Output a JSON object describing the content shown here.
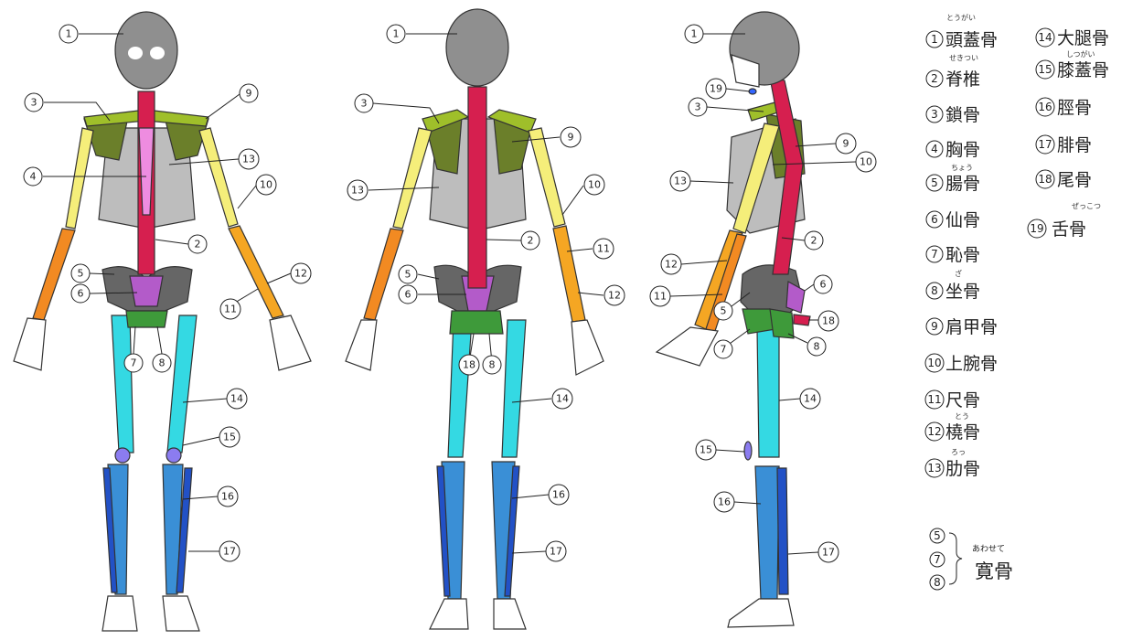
{
  "colors": {
    "skull": "#8f8f8f",
    "spine": "#d61f4f",
    "clavicle": "#9fbf2a",
    "scapula": "#6b7f2a",
    "sternum": "#ee8ce0",
    "ribs": "#bdbdbd",
    "pelvis": "#666666",
    "sacrum": "#b35bc9",
    "pubis": "#3e9a3a",
    "humerus": "#f5ee7a",
    "ulna": "#f28a22",
    "radius": "#f5a623",
    "femur": "#34d9e3",
    "patella": "#8b7cf0",
    "tibia": "#3a8fd6",
    "fibula": "#2251c6",
    "hyoid": "#3366ff",
    "hand": "#ffffff"
  },
  "views": {
    "front": {
      "labels": [
        {
          "num": "1",
          "anchor": "label-1"
        },
        {
          "num": "3"
        },
        {
          "num": "9"
        },
        {
          "num": "4"
        },
        {
          "num": "13"
        },
        {
          "num": "10"
        },
        {
          "num": "2"
        },
        {
          "num": "5"
        },
        {
          "num": "6"
        },
        {
          "num": "12"
        },
        {
          "num": "11"
        },
        {
          "num": "7"
        },
        {
          "num": "8"
        },
        {
          "num": "14"
        },
        {
          "num": "15"
        },
        {
          "num": "16"
        },
        {
          "num": "17"
        }
      ]
    },
    "back": {
      "labels": [
        {
          "num": "1"
        },
        {
          "num": "3"
        },
        {
          "num": "9"
        },
        {
          "num": "13"
        },
        {
          "num": "10"
        },
        {
          "num": "2"
        },
        {
          "num": "11"
        },
        {
          "num": "5"
        },
        {
          "num": "6"
        },
        {
          "num": "12"
        },
        {
          "num": "18"
        },
        {
          "num": "8"
        },
        {
          "num": "14"
        },
        {
          "num": "16"
        },
        {
          "num": "17"
        }
      ]
    },
    "side": {
      "labels": [
        {
          "num": "1"
        },
        {
          "num": "19"
        },
        {
          "num": "3"
        },
        {
          "num": "9"
        },
        {
          "num": "10"
        },
        {
          "num": "13"
        },
        {
          "num": "2"
        },
        {
          "num": "12"
        },
        {
          "num": "11"
        },
        {
          "num": "6"
        },
        {
          "num": "5"
        },
        {
          "num": "18"
        },
        {
          "num": "7"
        },
        {
          "num": "8"
        },
        {
          "num": "14"
        },
        {
          "num": "15"
        },
        {
          "num": "16"
        },
        {
          "num": "17"
        }
      ]
    }
  },
  "legend": {
    "column1": [
      {
        "num": "1",
        "name": "頭蓋骨",
        "ruby": "とうがい"
      },
      {
        "num": "2",
        "name": "脊椎",
        "ruby": "せきつい"
      },
      {
        "num": "3",
        "name": "鎖骨",
        "ruby": ""
      },
      {
        "num": "4",
        "name": "胸骨",
        "ruby": ""
      },
      {
        "num": "5",
        "name": "腸骨",
        "ruby": "ちょう"
      },
      {
        "num": "6",
        "name": "仙骨",
        "ruby": ""
      },
      {
        "num": "7",
        "name": "恥骨",
        "ruby": ""
      },
      {
        "num": "8",
        "name": "坐骨",
        "ruby": "ざ"
      },
      {
        "num": "9",
        "name": "肩甲骨",
        "ruby": ""
      },
      {
        "num": "10",
        "name": "上腕骨",
        "ruby": ""
      },
      {
        "num": "11",
        "name": "尺骨",
        "ruby": ""
      },
      {
        "num": "12",
        "name": "橈骨",
        "ruby": "とう"
      },
      {
        "num": "13",
        "name": "肋骨",
        "ruby": "ろっ"
      }
    ],
    "column2": [
      {
        "num": "14",
        "name": "大腿骨",
        "ruby": ""
      },
      {
        "num": "15",
        "name": "膝蓋骨",
        "ruby": "しつがい"
      },
      {
        "num": "16",
        "name": "脛骨",
        "ruby": ""
      },
      {
        "num": "17",
        "name": "腓骨",
        "ruby": ""
      },
      {
        "num": "18",
        "name": "尾骨",
        "ruby": ""
      },
      {
        "num": "19",
        "name": "舌骨",
        "ruby": "ぜっこつ"
      }
    ],
    "combined": {
      "nums": [
        "5",
        "7",
        "8"
      ],
      "note": "あわせて",
      "name": "寛骨"
    }
  }
}
